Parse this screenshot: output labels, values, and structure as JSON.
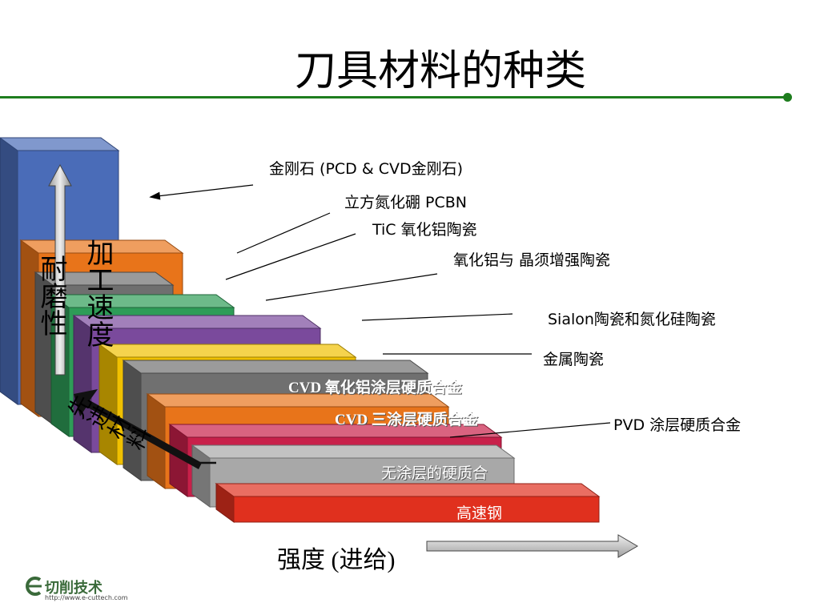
{
  "title": "刀具材料的种类",
  "labels": {
    "diamond": "金刚石 (PCD & CVD金刚石)",
    "pcbn": "立方氮化硼 PCBN",
    "tic": "TiC 氧化铝陶瓷",
    "alumina_whisker": "氧化铝与 晶须增强陶瓷",
    "sialon": "Sialon陶瓷和氮化硅陶瓷",
    "cermet": "金属陶瓷",
    "cvd_alumina": "CVD 氧化铝涂层硬质合金",
    "cvd_triple": "CVD 三涂层硬质合金",
    "pvd": "PVD 涂层硬质合金",
    "uncoated": "无涂层的硬质合",
    "hss": "高速钢"
  },
  "axes": {
    "x": "强度 (进给)",
    "y1": "耐磨性",
    "y2": "加工速度",
    "diag": "先进材料"
  },
  "logo": {
    "name": "切削技术",
    "url": "http://www.e-cuttech.com"
  },
  "colors": {
    "green_rule": "#1e7d1e",
    "diamond": "#4a6cb8",
    "pcbn": "#e8741a",
    "tic": "#6f6f6f",
    "alumina": "#2e9c57",
    "sialon": "#7a4a9c",
    "cermet": "#f0c000",
    "cvd_alumina": "#707070",
    "cvd_triple": "#e8741a",
    "pvd": "#c8204a",
    "uncoated": "#a8a8a8",
    "hss": "#e0301e"
  }
}
